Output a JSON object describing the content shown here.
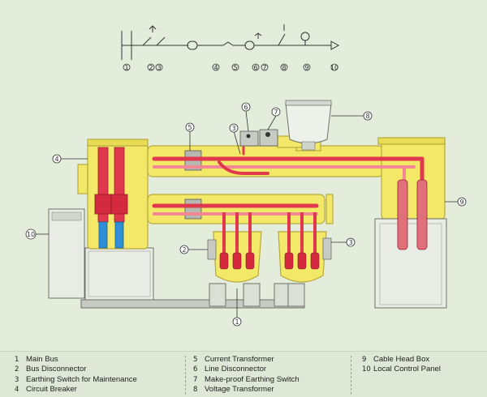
{
  "callouts": [
    "1",
    "2",
    "3",
    "4",
    "5",
    "6",
    "7",
    "8",
    "9",
    "10"
  ],
  "legend": {
    "col1": [
      {
        "num": "1",
        "text": "Main Bus"
      },
      {
        "num": "2",
        "text": "Bus Disconnector"
      },
      {
        "num": "3",
        "text": "Earthing Switch for Maintenance"
      },
      {
        "num": "4",
        "text": "Circuit Breaker"
      }
    ],
    "col2": [
      {
        "num": "5",
        "text": "Current Transformer"
      },
      {
        "num": "6",
        "text": "Line Disconnector"
      },
      {
        "num": "7",
        "text": "Make-proof Earthing Switch"
      },
      {
        "num": "8",
        "text": "Voltage Transformer"
      }
    ],
    "col3": [
      {
        "num": "9",
        "text": "Cable Head Box"
      },
      {
        "num": "10",
        "text": "Local Control Panel"
      }
    ]
  },
  "colors": {
    "enclosure": "#f3e867",
    "enclosure_edge": "#b7a93c",
    "conductor": "#e0384d",
    "conductor_light": "#f28893",
    "insulator_blue": "#2e8fd6",
    "steel": "#c8cbc3",
    "background": "#e4ecdc"
  }
}
